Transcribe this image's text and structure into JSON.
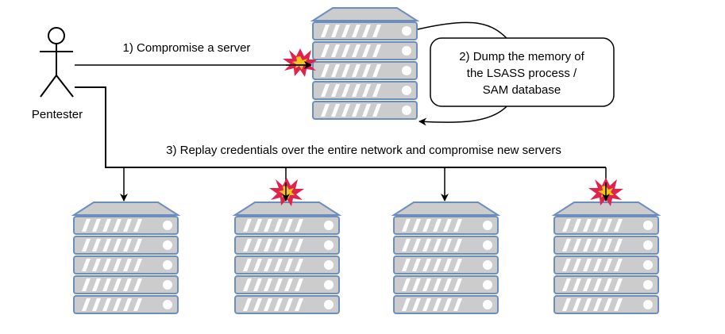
{
  "actor": {
    "label": "Pentester",
    "icon": "stick-figure-icon"
  },
  "steps": {
    "step1": "1) Compromise a server",
    "step2_lines": [
      "2) Dump the memory of",
      "the  LSASS process /",
      "SAM database"
    ],
    "step3": "3) Replay credentials over the entire network and compromise new servers"
  },
  "servers": {
    "initial": {
      "compromised": true
    },
    "targets": [
      {
        "compromised": false
      },
      {
        "compromised": true
      },
      {
        "compromised": false
      },
      {
        "compromised": true
      }
    ]
  },
  "colors": {
    "server_fill": "#cccccc",
    "server_stroke": "#6c8ebf",
    "explosion_outer": "#e0234e",
    "explosion_inner": "#f5c518"
  }
}
